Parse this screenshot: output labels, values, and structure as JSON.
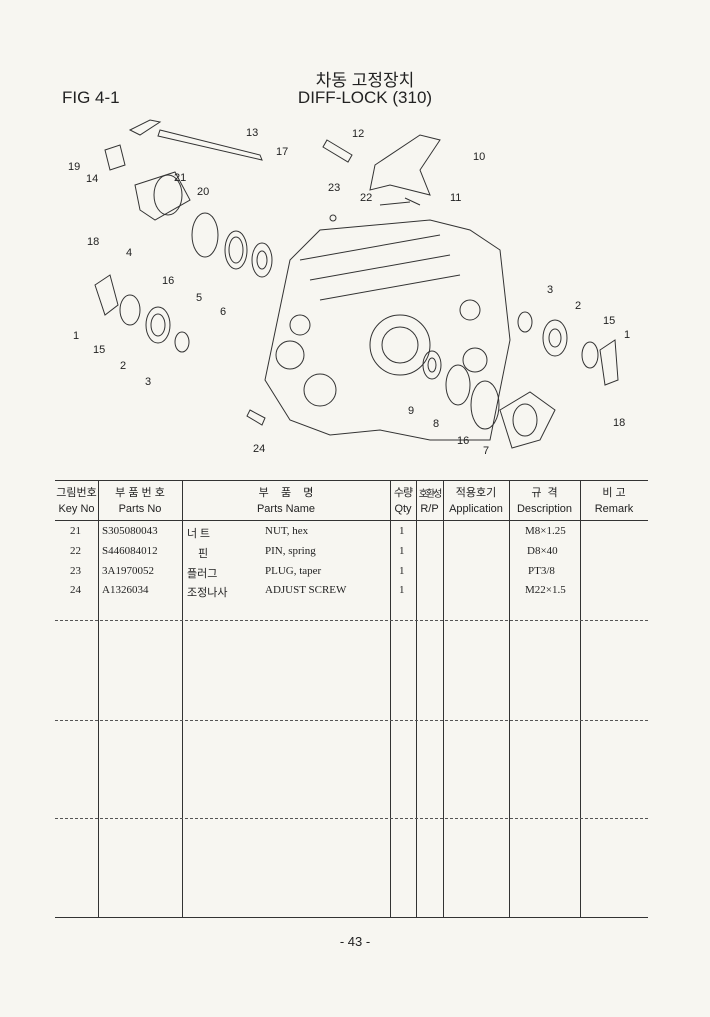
{
  "header": {
    "fig": "FIG 4-1",
    "title_kr": "차동 고정장치",
    "title_en": "DIFF-LOCK (310)"
  },
  "callouts": [
    "13",
    "12",
    "10",
    "17",
    "19",
    "14",
    "21",
    "20",
    "23",
    "22",
    "11",
    "18",
    "4",
    "16",
    "5",
    "6",
    "3",
    "2",
    "15",
    "1",
    "1",
    "15",
    "2",
    "3",
    "9",
    "8",
    "16",
    "7",
    "18",
    "24"
  ],
  "table": {
    "headers": [
      {
        "kr": "그림번호",
        "en": "Key No"
      },
      {
        "kr": "부 품 번 호",
        "en": "Parts No"
      },
      {
        "kr": "부    품    명",
        "en": "Parts Name"
      },
      {
        "kr": "수량",
        "en": "Qty"
      },
      {
        "kr": "호환성",
        "en": "R/P"
      },
      {
        "kr": "적용호기",
        "en": "Application"
      },
      {
        "kr": "규  격",
        "en": "Description"
      },
      {
        "kr": "비 고",
        "en": "Remark"
      }
    ],
    "rows": [
      {
        "key": "21",
        "part_no": "S305080043",
        "name_kr": "너  트",
        "name_en": "NUT, hex",
        "qty": "1",
        "desc": "M8×1.25"
      },
      {
        "key": "22",
        "part_no": "S446084012",
        "name_kr": "핀",
        "name_en": "PIN, spring",
        "qty": "1",
        "desc": "D8×40"
      },
      {
        "key": "23",
        "part_no": "3A1970052",
        "name_kr": "플러그",
        "name_en": "PLUG, taper",
        "qty": "1",
        "desc": "PT3/8"
      },
      {
        "key": "24",
        "part_no": "A1326034",
        "name_kr": "조정나사",
        "name_en": "ADJUST SCREW",
        "qty": "1",
        "desc": "M22×1.5"
      }
    ]
  },
  "footer": {
    "page": "- 43 -"
  }
}
